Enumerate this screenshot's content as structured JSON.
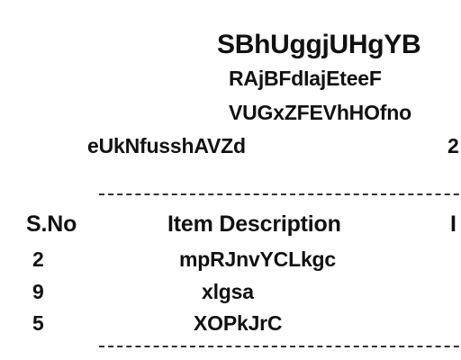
{
  "header": {
    "title": "SBhUggjUHgYB",
    "subtitle_1": "RAjBFdIajEteeF",
    "subtitle_2": "VUGxZFEVhHOfno",
    "info_left": "eUkNfusshAVZd",
    "info_right": "2"
  },
  "table": {
    "columns": [
      "S.No",
      "Item Description",
      "I"
    ],
    "rows": [
      {
        "sno": "2",
        "description": "mpRJnvYCLkgc"
      },
      {
        "sno": "9",
        "description": "xlgsa"
      },
      {
        "sno": "5",
        "description": "XOPkJrC"
      }
    ]
  }
}
